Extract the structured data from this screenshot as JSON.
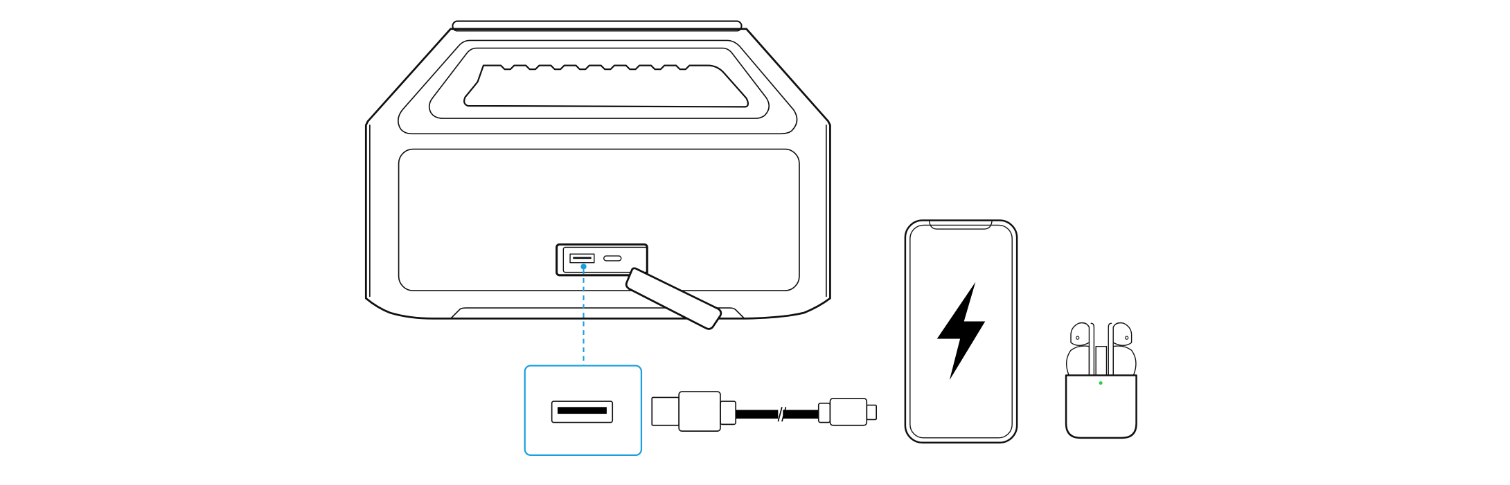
{
  "diagram": {
    "description_free": true,
    "colors": {
      "line": "#111111",
      "highlight": "#1a9ee0",
      "indicator_led": "#2ecc40",
      "background": "#ffffff"
    },
    "icons": [
      "speaker",
      "usb-a-port",
      "usb-c-port",
      "port-cover-flap",
      "usb-a-to-usb-c-cable",
      "smartphone",
      "lightning-bolt",
      "earbuds-case"
    ]
  }
}
